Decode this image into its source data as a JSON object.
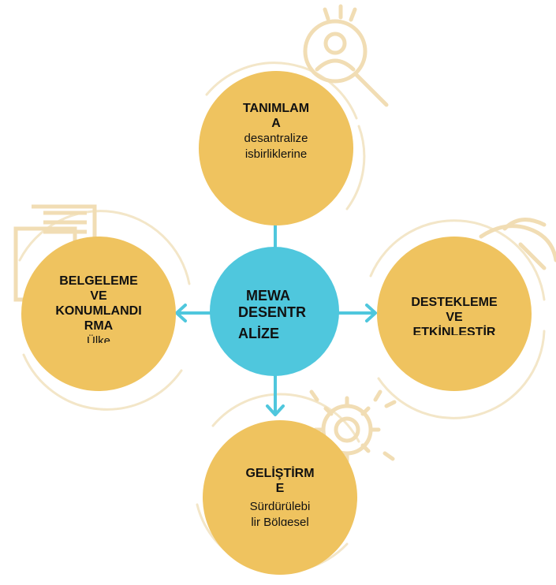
{
  "center": {
    "lines": [
      "MEWA",
      "DESENTR",
      "ALİZE"
    ]
  },
  "nodes": {
    "top": {
      "title": [
        "TANIMLAM",
        "A"
      ],
      "desc": [
        "desantralize",
        "isbirliklerine"
      ],
      "icon": "search-user-icon"
    },
    "left": {
      "title": [
        "BELGELEME",
        "VE",
        "KONUMLANDI",
        "RMA"
      ],
      "desc": [
        "Ülke"
      ],
      "icon": "documents-icon"
    },
    "right": {
      "title": [
        "DESTEKLEME",
        "VE",
        "ETKİNLEŞTİR"
      ],
      "desc": [],
      "icon": "handshake-icon"
    },
    "bottom": {
      "title": [
        "GELİŞTİRM",
        "E"
      ],
      "desc": [
        "Sürdürülebi",
        "lir Bölgesel"
      ],
      "icon": "gear-icon"
    }
  },
  "colors": {
    "node_fill": "#efc35f",
    "center_fill": "#4fc7dd",
    "arrow": "#4fc7dd",
    "ring": "#f3e3c2"
  }
}
